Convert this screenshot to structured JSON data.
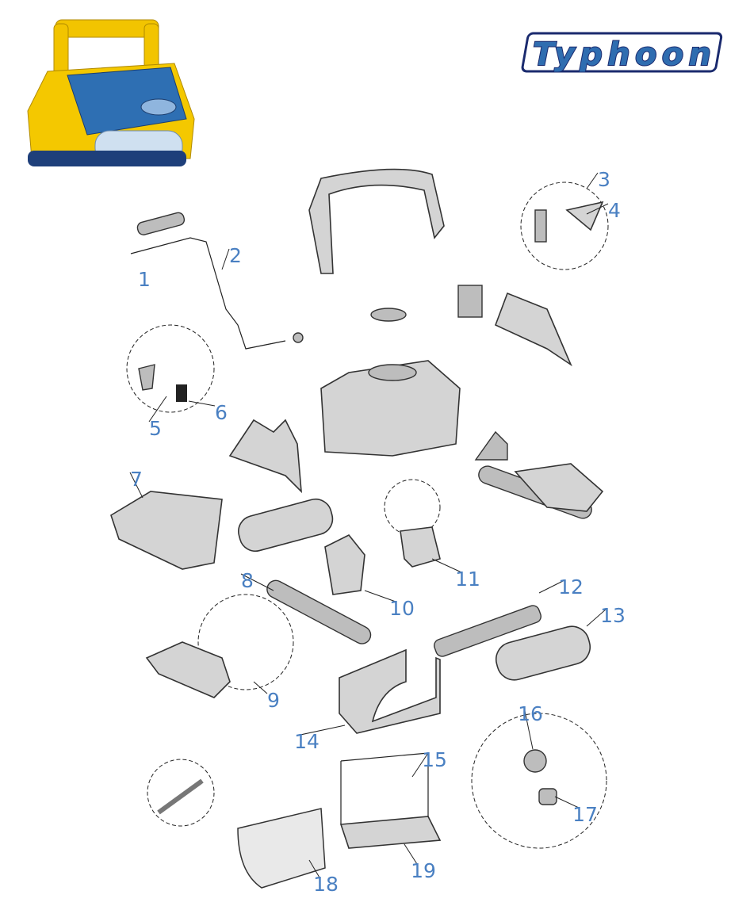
{
  "brand": {
    "logo_text": "Typhoon",
    "color": "#2f6db0"
  },
  "diagram": {
    "type": "exploded-parts-diagram",
    "label_color": "#4a80c2",
    "part_numbers": [
      "1",
      "2",
      "3",
      "4",
      "5",
      "6",
      "7",
      "8",
      "9",
      "10",
      "11",
      "12",
      "13",
      "14",
      "15",
      "16",
      "17",
      "18",
      "19"
    ]
  }
}
